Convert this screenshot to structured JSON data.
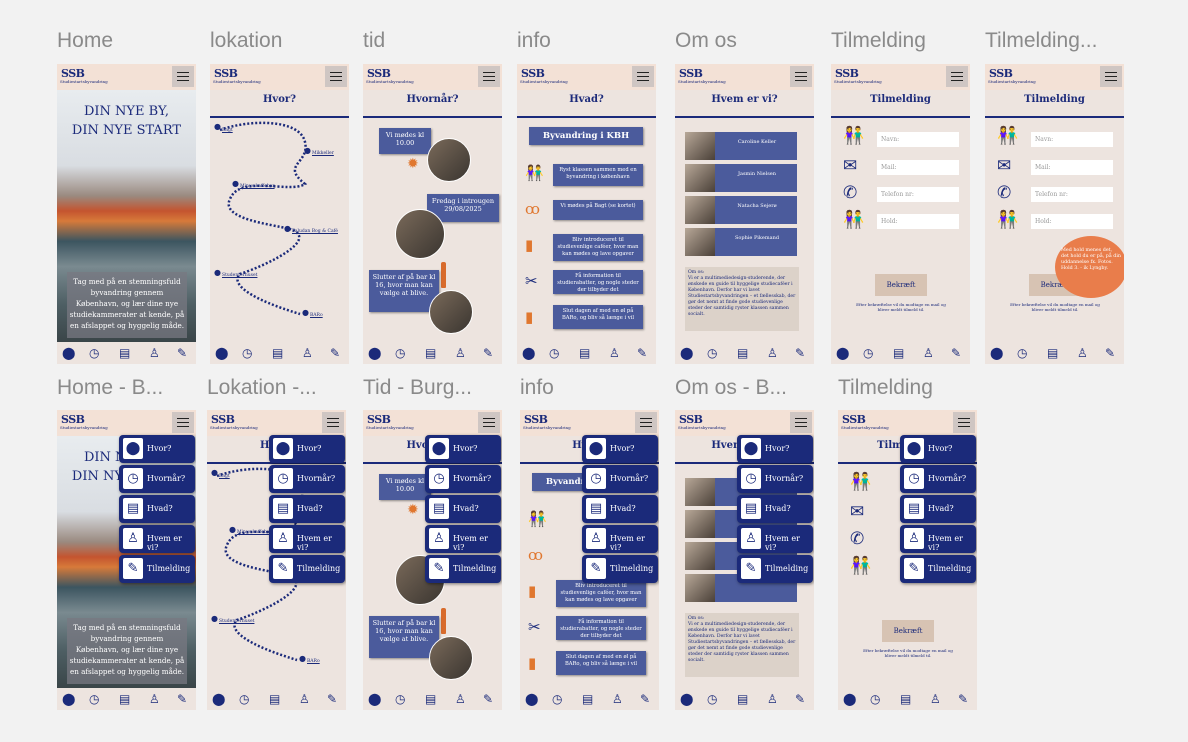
{
  "frames_top": [
    {
      "label": "Home",
      "title": ""
    },
    {
      "label": "lokation",
      "title": "Hvor?"
    },
    {
      "label": "tid",
      "title": "Hvornår?"
    },
    {
      "label": "info",
      "title": "Hvad?"
    },
    {
      "label": "Om os",
      "title": "Hvem er vi?"
    },
    {
      "label": "Tilmelding",
      "title": "Tilmelding"
    },
    {
      "label": "Tilmelding...",
      "title": "Tilmelding"
    }
  ],
  "frames_bottom": [
    {
      "label": "Home - B..."
    },
    {
      "label": "Lokation -..."
    },
    {
      "label": "Tid - Burg..."
    },
    {
      "label": "info"
    },
    {
      "label": "Om os - B..."
    },
    {
      "label": "Tilmelding"
    }
  ],
  "brand": {
    "logo": "SSB",
    "sub": "Studiestartsbyvandring"
  },
  "home": {
    "title_line1": "DIN NYE BY,",
    "title_line2": "DIN NYE START",
    "box_text": "Tag med på en stemningsfuld byvandring gennem København, og lær dine nye studiekammerater at kende, på en afslappet og hyggelig måde."
  },
  "lokation": {
    "stops": [
      "Bagt",
      "Mikkeller",
      "Minus kaffebar",
      "Paludan Bog & Café",
      "Studenterhuset",
      "BARo"
    ]
  },
  "tid": {
    "card1": "Vi mødes kl 10.00",
    "card2": "Fredag i introugen 29/08/2025",
    "card3": "Slutter af på bar kl 16, hvor man kan vælge at blive."
  },
  "info": {
    "banner": "Byvandring i KBH",
    "items": [
      "Ryst klassen sammen med en byvandring i københavn",
      "Vi mødes på Bagt (se kortet)",
      "Bliv introduceret til studievenlige caféer, hvor man kan mødes og lave opgaver",
      "Få information til studierabatter, og nogle steder der tilbyder det",
      "Slut dagen af med en øl på BARo, og bliv så længe i vil"
    ]
  },
  "omos": {
    "people": [
      "Caroline Keller",
      "Jasmin Nielsen",
      "Natacha Sejerø",
      "Sophie Pikemand"
    ],
    "about_title": "Om os:",
    "about_text": "Vi er a multimediedesign-studerende, der ønskede en guide til hyggelige studiecaféer i København. Derfor har vi lavet Studiestartsbyvandringen – et fællesskab, der gør det nemt at finde gode studievenlige steder der samtidig ryster klassen sammen socialt."
  },
  "tilmelding": {
    "placeholders": [
      "Navn:",
      "Mail:",
      "Telefon nr:",
      "Hold:"
    ],
    "button": "Bekræft",
    "note": "Efter bekræftelse vil du modtage en mail og bliver meldt tilmeld til.",
    "bubble": "Med hold menes det, det hold du er på, på din uddannelse fx. Fotos. Hold 3. - ik Lyngby."
  },
  "menu": [
    "Hvor?",
    "Hvornår?",
    "Hvad?",
    "Hvem er vi?",
    "Tilmelding"
  ],
  "nav_icons": [
    "pin-icon",
    "clock-icon",
    "document-icon",
    "person-icon",
    "edit-icon"
  ],
  "colors": {
    "navy": "#1b2a7a",
    "card": "#4b5b9c",
    "orange": "#e97d4b",
    "bg": "#ede4df"
  }
}
